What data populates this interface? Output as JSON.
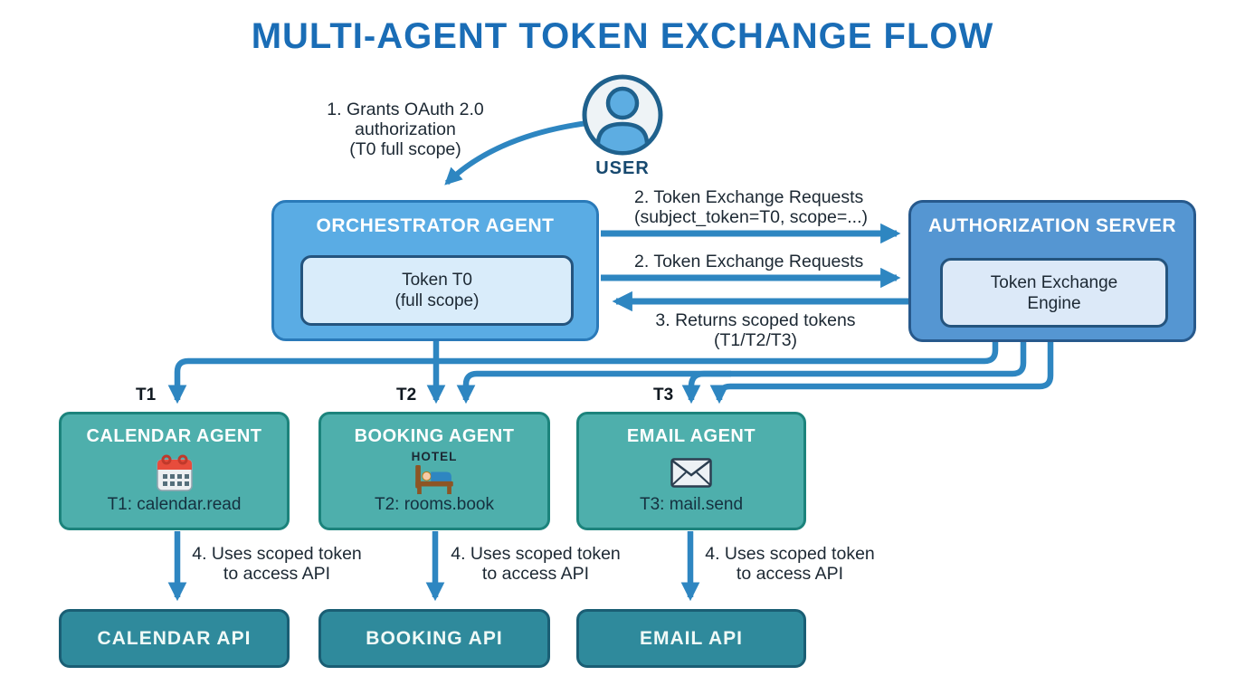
{
  "title": "MULTI-AGENT TOKEN EXCHANGE FLOW",
  "colors": {
    "title_blue": "#1a6db6",
    "arrow_blue": "#2e86c1",
    "orchestrator_fill": "#5aace4",
    "auth_server_fill": "#5596d2",
    "inner_box_fill": "#d9ecfa",
    "agent_fill": "#4eafac",
    "api_fill": "#2f8a9c"
  },
  "user": {
    "label": "USER",
    "icon": "user-icon"
  },
  "steps": {
    "step1": {
      "lines": [
        "1. Grants OAuth 2.0",
        "authorization",
        "(T0 full scope)"
      ]
    },
    "step2a": {
      "lines": [
        "2. Token Exchange Requests",
        "(subject_token=T0, scope=...)"
      ]
    },
    "step2b": {
      "lines": [
        "2. Token Exchange Requests"
      ]
    },
    "step3": {
      "lines": [
        "3. Returns scoped tokens",
        "(T1/T2/T3)"
      ]
    },
    "step4": {
      "lines": [
        "4. Uses scoped token",
        "to access API"
      ]
    }
  },
  "orchestrator": {
    "title": "ORCHESTRATOR AGENT",
    "token": [
      "Token T0",
      "(full scope)"
    ]
  },
  "auth_server": {
    "title": "AUTHORIZATION SERVER",
    "engine": [
      "Token Exchange",
      "Engine"
    ]
  },
  "token_labels": [
    "T1",
    "T2",
    "T3"
  ],
  "agents": [
    {
      "title": "CALENDAR AGENT",
      "icon": "calendar-icon",
      "scope": "T1: calendar.read",
      "api": "CALENDAR API"
    },
    {
      "title": "BOOKING AGENT",
      "icon": "hotel-bed-icon",
      "icon_caption": "HOTEL",
      "scope": "T2: rooms.book",
      "api": "BOOKING API"
    },
    {
      "title": "EMAIL AGENT",
      "icon": "envelope-icon",
      "scope": "T3: mail.send",
      "api": "EMAIL API"
    }
  ]
}
